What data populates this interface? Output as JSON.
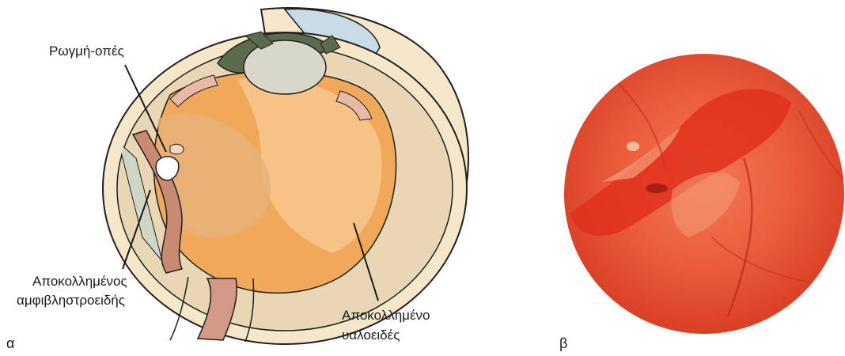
{
  "panel_a": {
    "letter": "α",
    "labels": {
      "tear": "Ρωγμή-οπές",
      "detached_retina_line1": "Αποκολλημένος",
      "detached_retina_line2": "αμφιβληστροειδής",
      "detached_vitreous_line1": "Αποκολλημένο",
      "detached_vitreous_line2": "υαλοειδές"
    }
  },
  "panel_b": {
    "letter": "β"
  },
  "colors": {
    "sclera": "#f6e7c9",
    "outline": "#1f1f1f",
    "vitreous": "#f0a95a",
    "vitreous_light": "#f6c489",
    "choroid": "#5c6b4e",
    "lens": "#d8d8c8",
    "cornea": "#c9dce6",
    "retina_pink": "#e9b9a6",
    "optic_nerve": "#d29a86",
    "fundus_red": "#e8412a"
  }
}
